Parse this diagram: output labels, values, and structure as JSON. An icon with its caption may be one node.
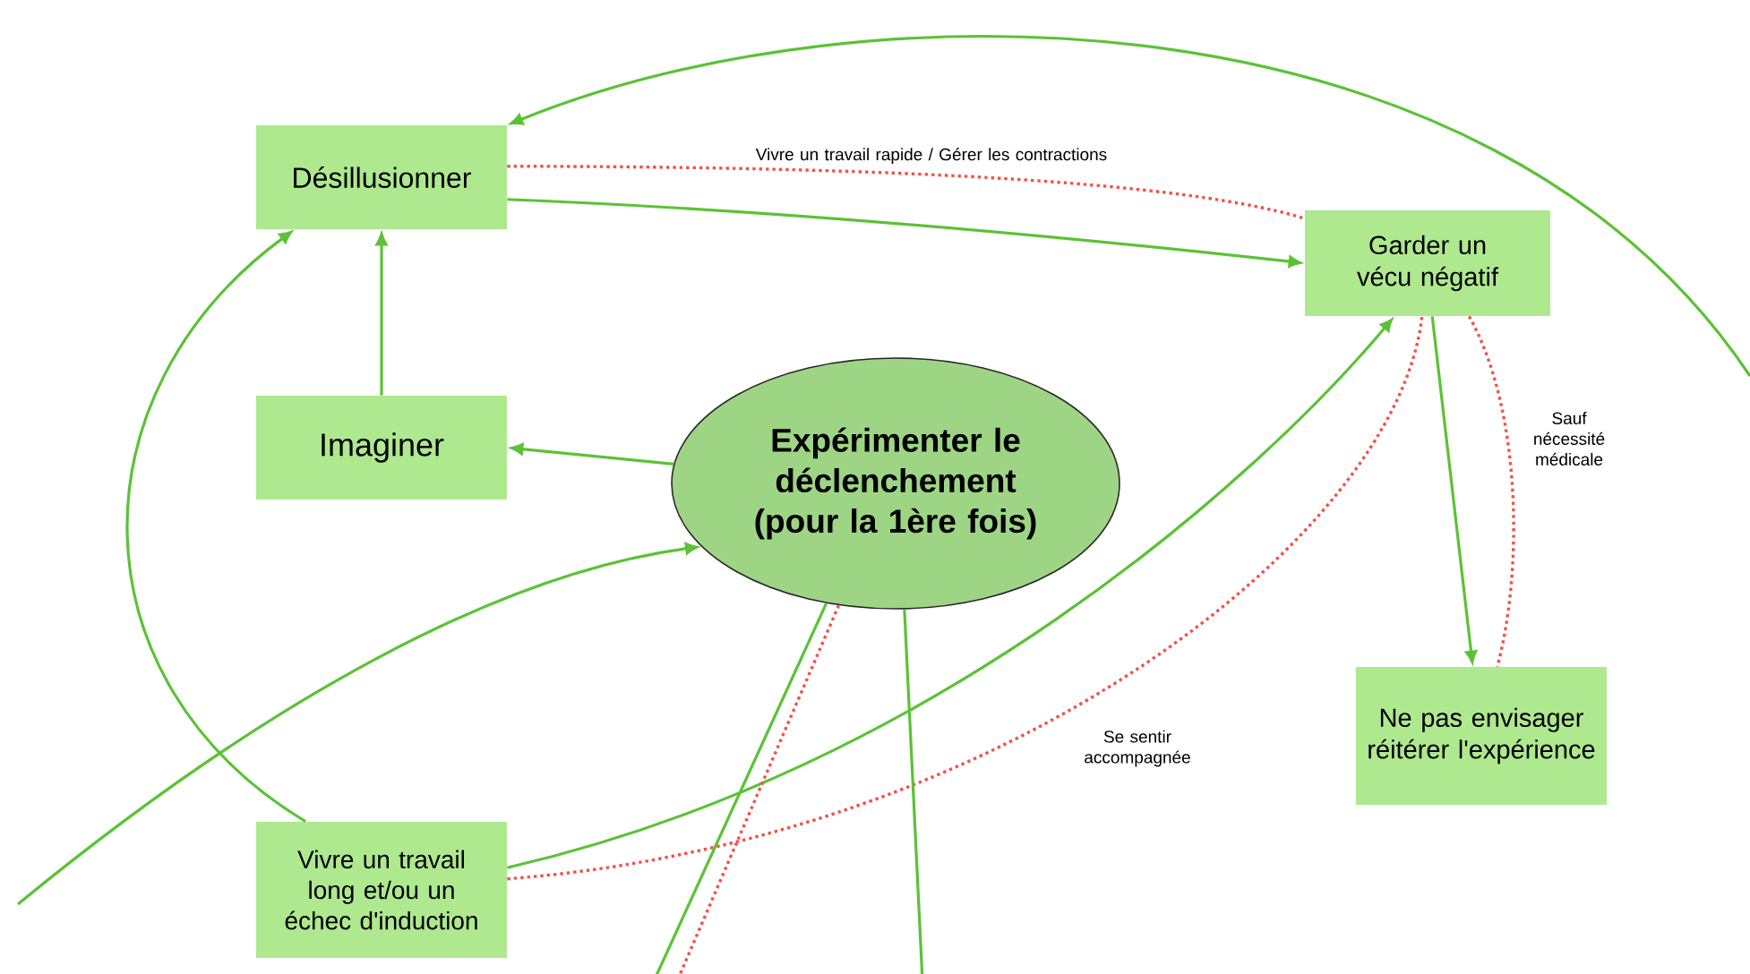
{
  "diagram": {
    "nodes": [
      {
        "text": [
          "Désillusionner"
        ]
      },
      {
        "text": [
          "Garder un vécu négatif"
        ]
      },
      {
        "text": [
          "Imaginer"
        ]
      },
      {
        "text": [
          "Expérimenter le déclenchement (pour la 1ère fois)"
        ]
      },
      {
        "text": [
          "Ne pas envisager réitérer l'expérience"
        ]
      },
      {
        "text": [
          "Vivre un travail long et/ou un échec d'induction"
        ]
      }
    ],
    "edges": [
      {
        "from": null,
        "to": 0,
        "arrow": "to"
      },
      {
        "from": 0,
        "to": 1,
        "arrow": "to"
      },
      {
        "from": 0,
        "to": 1,
        "arrow": "none",
        "label": "Vivre un travail rapide / Gérer les contractions",
        "style": "dashed",
        "color": "#f0524a"
      },
      {
        "from": 2,
        "to": 0,
        "arrow": "to"
      },
      {
        "from": 3,
        "to": 2,
        "arrow": "to"
      },
      {
        "from": 5,
        "to": 0,
        "arrow": "to"
      },
      {
        "from": null,
        "to": 3,
        "arrow": "to"
      },
      {
        "from": 5,
        "to": 1,
        "arrow": "to"
      },
      {
        "from": 5,
        "to": 1,
        "arrow": "none",
        "label": "Se sentir accompagnée",
        "style": "dashed",
        "color": "#f0524a"
      },
      {
        "from": 1,
        "to": 4,
        "arrow": "to"
      },
      {
        "from": 1,
        "to": 4,
        "arrow": "none",
        "label": "Sauf nécessité médicale",
        "style": "dashed",
        "color": "#f0524a"
      },
      {
        "from": 3,
        "to": null,
        "arrow": "none"
      },
      {
        "from": 3,
        "to": null,
        "arrow": "none",
        "style": "dashed",
        "color": "#f0524a"
      },
      {
        "from": 3,
        "to": null,
        "arrow": "none"
      }
    ]
  }
}
